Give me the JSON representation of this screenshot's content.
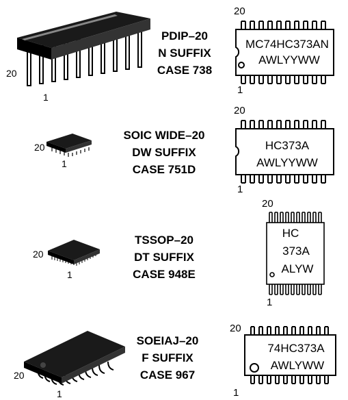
{
  "packages": [
    {
      "id": "pdip",
      "label_lines": [
        "PDIP–20",
        "N SUFFIX",
        "CASE 738"
      ],
      "chip_pin_top": "20",
      "chip_pin_bottom": "1",
      "marking_pin_top": "20",
      "marking_pin_bottom": "1",
      "marking_lines": [
        "MC74HC373AN",
        "AWLYYWW"
      ]
    },
    {
      "id": "soic",
      "label_lines": [
        "SOIC WIDE–20",
        "DW SUFFIX",
        "CASE 751D"
      ],
      "chip_pin_top": "20",
      "chip_pin_bottom": "1",
      "marking_pin_top": "20",
      "marking_pin_bottom": "1",
      "marking_lines": [
        "HC373A",
        "AWLYYWW"
      ]
    },
    {
      "id": "tssop",
      "label_lines": [
        "TSSOP–20",
        "DT SUFFIX",
        "CASE 948E"
      ],
      "chip_pin_top": "20",
      "chip_pin_bottom": "1",
      "marking_pin_top": "20",
      "marking_pin_bottom": "1",
      "marking_lines": [
        "HC",
        "373A",
        "ALYW"
      ]
    },
    {
      "id": "soeiaj",
      "label_lines": [
        "SOEIAJ–20",
        "F SUFFIX",
        "CASE 967"
      ],
      "chip_pin_top": "20",
      "chip_pin_bottom": "1",
      "marking_pin_top": "20",
      "marking_pin_bottom": "1",
      "marking_lines": [
        "74HC373A",
        "AWLYWW"
      ]
    }
  ]
}
